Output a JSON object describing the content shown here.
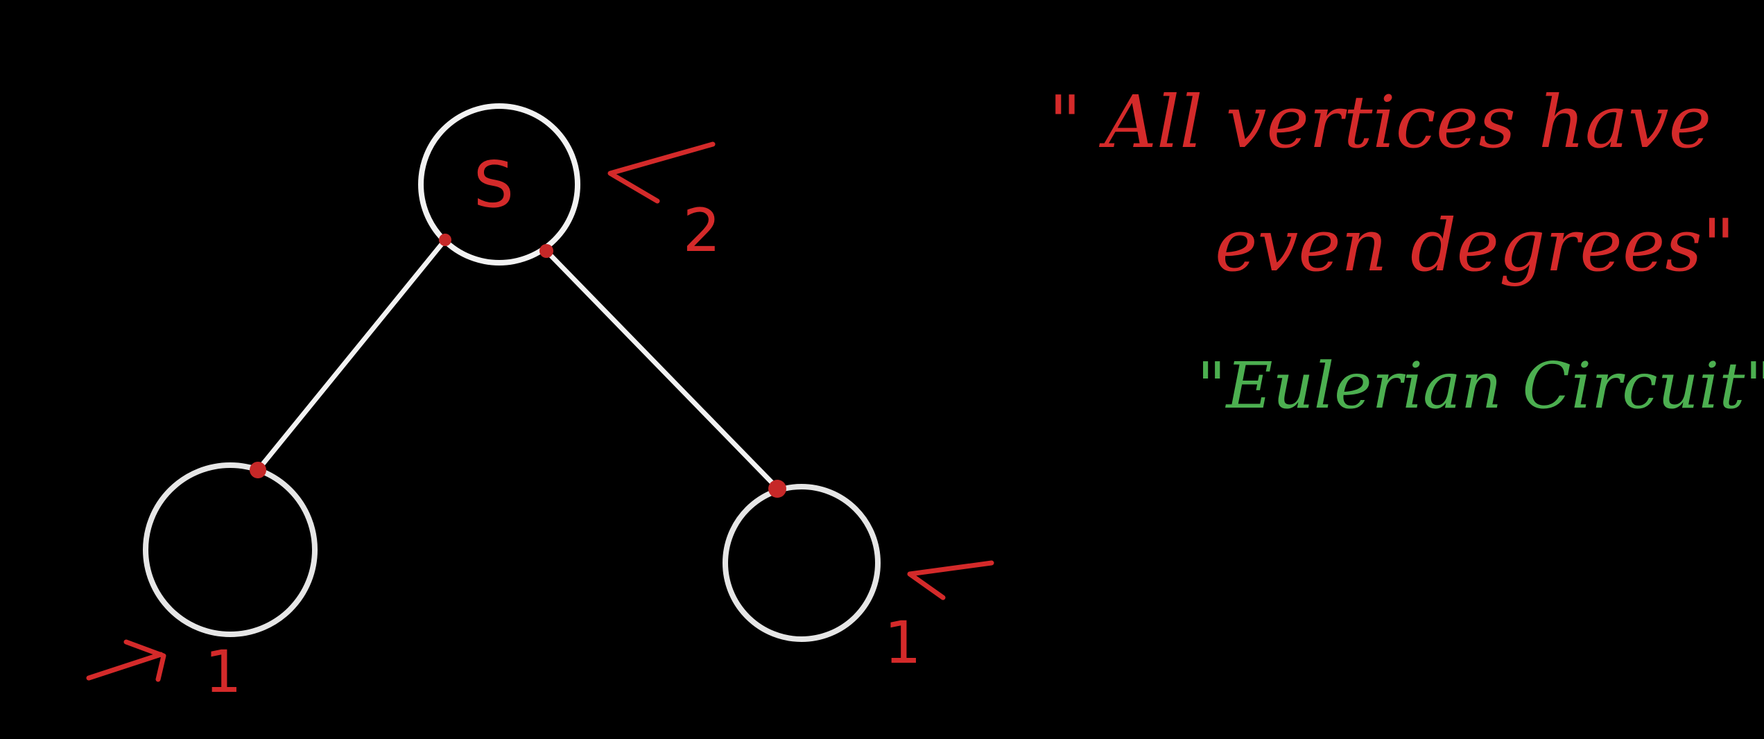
{
  "colors": {
    "background": "#000000",
    "node_stroke": "#f2f2f2",
    "edge_stroke": "#f2f2f2",
    "red_ink": "#d42a2a",
    "green_ink": "#4caf50"
  },
  "graph": {
    "nodes": [
      {
        "id": "top",
        "label": "S",
        "degree": "2"
      },
      {
        "id": "bottom-left",
        "label": "",
        "degree": "1"
      },
      {
        "id": "bottom-right",
        "label": "",
        "degree": "1"
      }
    ],
    "edges": [
      {
        "from": "top",
        "to": "bottom-left"
      },
      {
        "from": "top",
        "to": "bottom-right"
      }
    ]
  },
  "notes": {
    "line1": "\" All vertices have",
    "line2": "even degrees\"",
    "line3": "\"Eulerian Circuit\""
  },
  "icons": {
    "arrow": "arrow-left-icon"
  }
}
